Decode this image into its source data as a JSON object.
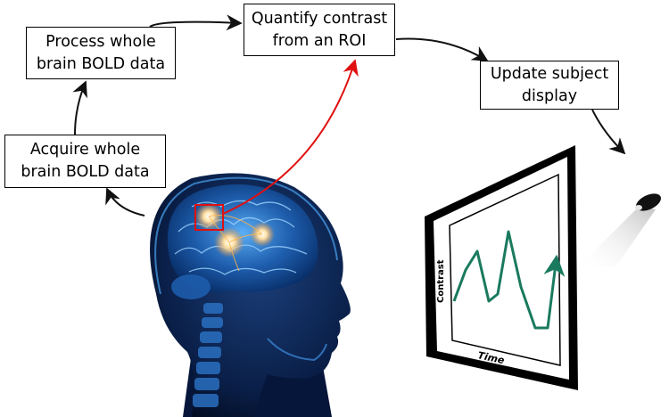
{
  "steps": {
    "acquire": [
      "Acquire whole",
      "brain BOLD data"
    ],
    "process": [
      "Process whole",
      "brain BOLD data"
    ],
    "quantify": [
      "Quantify contrast",
      "from an ROI"
    ],
    "update": [
      "Update subject",
      "display"
    ]
  },
  "display": {
    "ylabel": "Contrast",
    "xlabel": "Time"
  },
  "colors": {
    "arrow": "#111111",
    "roi": "#e01010",
    "feedback_trace": "#1a7a5e",
    "brain_glow": "#2f8fe0",
    "hotspot": "#ffd27a"
  }
}
